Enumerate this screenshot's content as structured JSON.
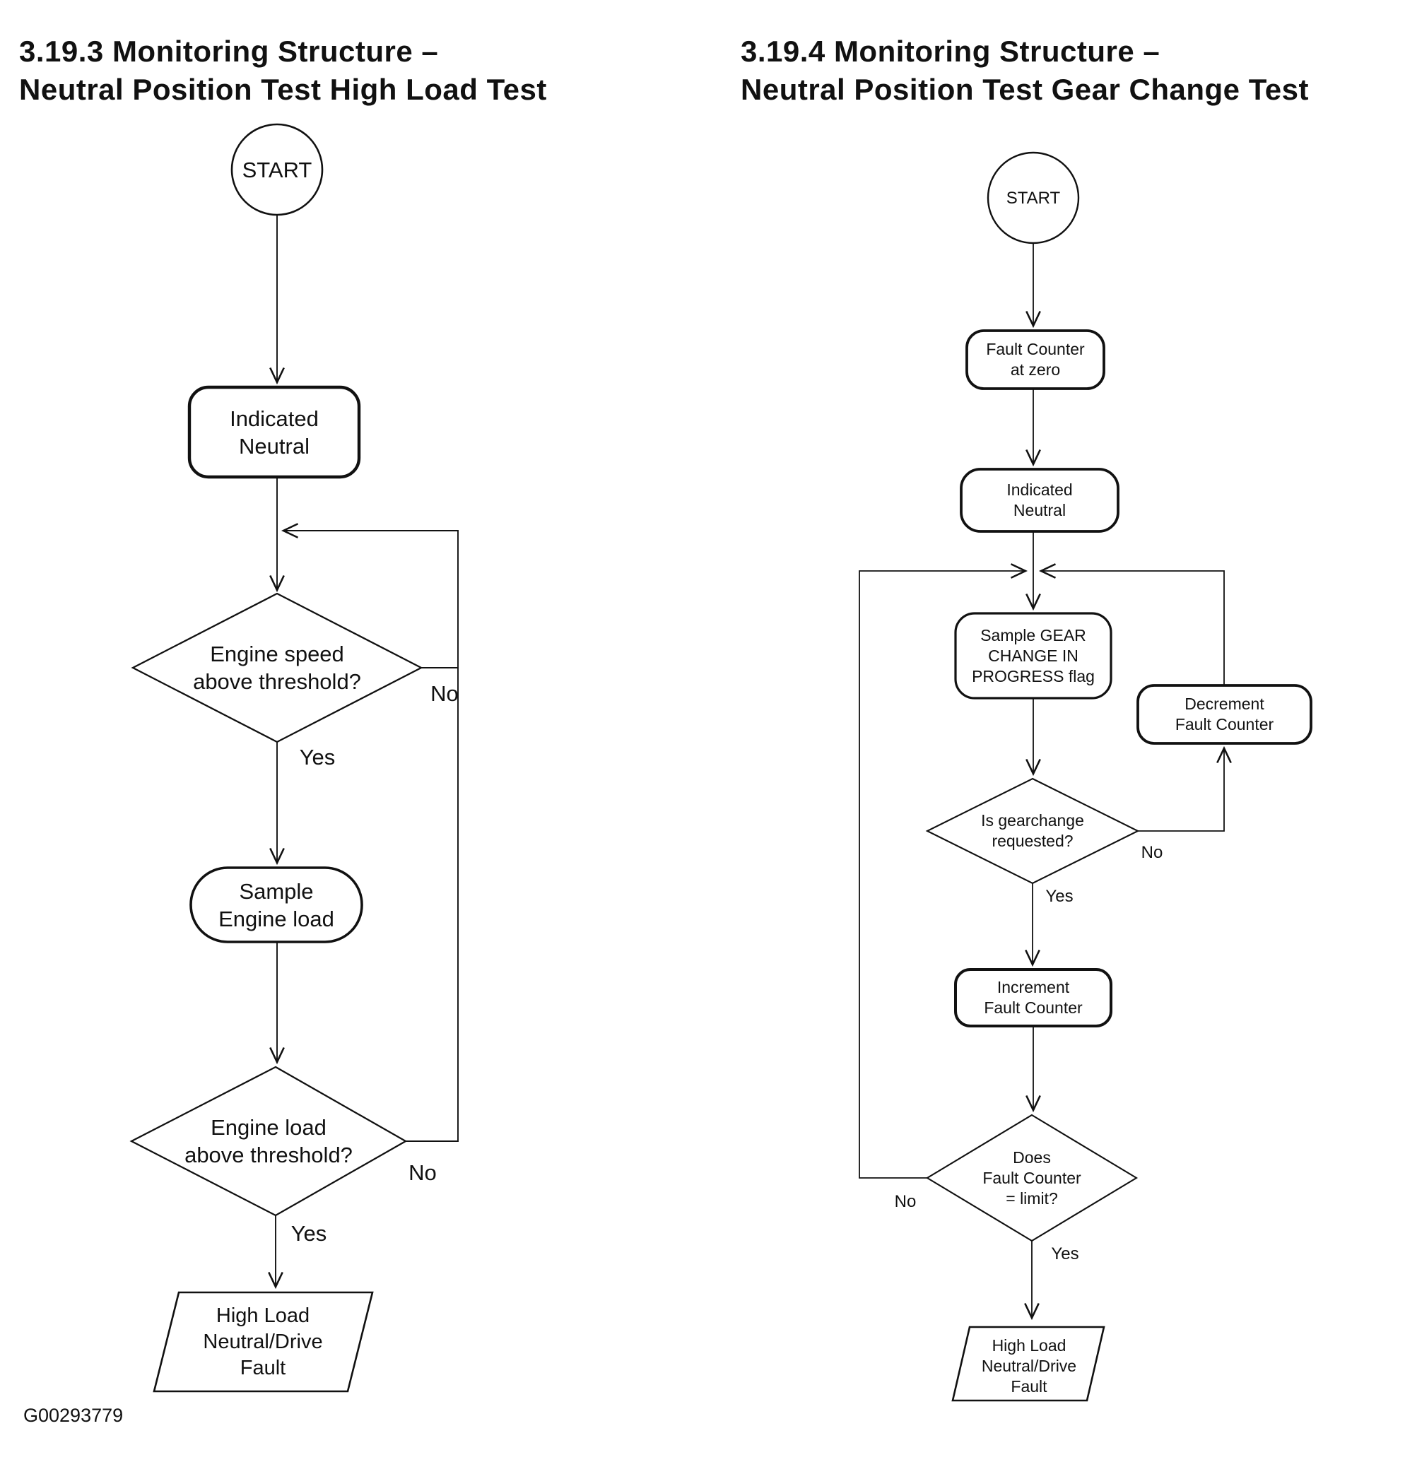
{
  "page": {
    "footer_id": "G00293779"
  },
  "left": {
    "title1": "3.19.3 Monitoring Structure –",
    "title2": "Neutral Position Test High Load Test",
    "nodes": {
      "start": {
        "label": "START"
      },
      "indicated_neutral": {
        "lines": [
          "Indicated",
          "Neutral"
        ]
      },
      "engine_speed_decision": {
        "lines": [
          "Engine speed",
          "above threshold?"
        ],
        "no": "No",
        "yes": "Yes"
      },
      "sample_engine_load": {
        "lines": [
          "Sample",
          "Engine load"
        ]
      },
      "engine_load_decision": {
        "lines": [
          "Engine load",
          "above threshold?"
        ],
        "no": "No",
        "yes": "Yes"
      },
      "fault_output": {
        "lines": [
          "High Load",
          "Neutral/Drive",
          "Fault"
        ]
      }
    }
  },
  "right": {
    "title1": "3.19.4 Monitoring Structure –",
    "title2": "Neutral Position Test Gear Change Test",
    "nodes": {
      "start": {
        "label": "START"
      },
      "fault_counter_zero": {
        "lines": [
          "Fault Counter",
          "at zero"
        ]
      },
      "indicated_neutral": {
        "lines": [
          "Indicated",
          "Neutral"
        ]
      },
      "sample_gear_flag": {
        "lines": [
          "Sample GEAR",
          "CHANGE IN",
          "PROGRESS flag"
        ]
      },
      "gearchange_decision": {
        "lines": [
          "Is gearchange",
          "requested?"
        ],
        "no": "No",
        "yes": "Yes"
      },
      "decrement_fault_counter": {
        "lines": [
          "Decrement",
          "Fault Counter"
        ]
      },
      "increment_fault_counter": {
        "lines": [
          "Increment",
          "Fault Counter"
        ]
      },
      "fault_counter_limit_decision": {
        "lines": [
          "Does",
          "Fault Counter",
          "= limit?"
        ],
        "no": "No",
        "yes": "Yes"
      },
      "fault_output": {
        "lines": [
          "High Load",
          "Neutral/Drive",
          "Fault"
        ]
      }
    }
  }
}
